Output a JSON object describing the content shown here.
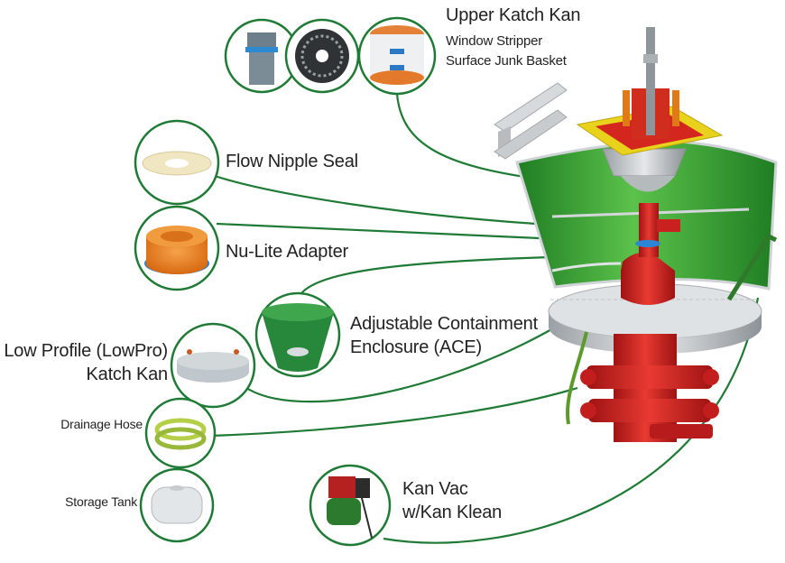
{
  "colors": {
    "ring": "#1e7a34",
    "connector": "#1e7a34",
    "enclosure_green": "#3aa23a",
    "red_equipment": "#d42222",
    "platform_gray": "#cfd3d6",
    "label_text": "#222222"
  },
  "components": {
    "upper_katch_kan": {
      "title": "Upper Katch Kan",
      "sub1": "Window Stripper",
      "sub2": "Surface Junk Basket"
    },
    "flow_nipple_seal": {
      "label": "Flow Nipple Seal"
    },
    "nu_lite_adapter": {
      "label": "Nu-Lite Adapter"
    },
    "ace": {
      "line1": "Adjustable Containment",
      "line2": "Enclosure (ACE)"
    },
    "lowpro": {
      "line1": "Low Profile (LowPro)",
      "line2": "Katch Kan"
    },
    "drainage_hose": {
      "label": "Drainage Hose"
    },
    "storage_tank": {
      "label": "Storage Tank"
    },
    "kan_vac": {
      "line1": "Kan Vac",
      "line2": "w/Kan Klean"
    }
  }
}
